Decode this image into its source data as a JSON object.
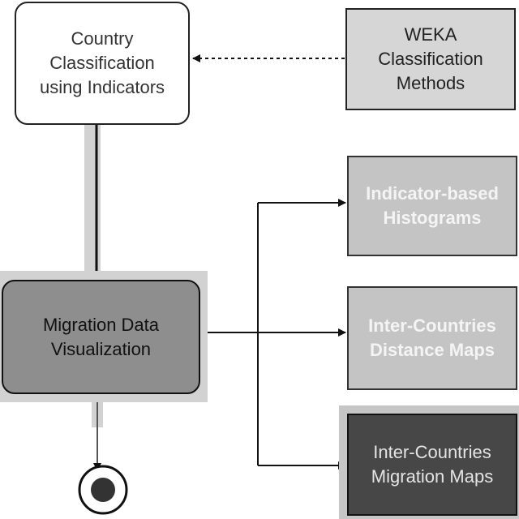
{
  "nodes": {
    "country_classification": "Country\nClassification\nusing Indicators",
    "weka_methods": "WEKA\nClassification\nMethods",
    "migration_visualization": "Migration Data\nVisualization",
    "indicator_histograms": "Indicator-based\nHistograms",
    "distance_maps": "Inter-Countries\nDistance Maps",
    "migration_maps": "Inter-Countries\nMigration Maps"
  },
  "colors": {
    "edge": "#111111",
    "start_node_fill": "#ffffff",
    "action_node_fill": "#8e8e8e",
    "output_light_fill": "#c4c4c4",
    "output_dark_fill": "#474747",
    "final_node_fill": "#333333"
  }
}
